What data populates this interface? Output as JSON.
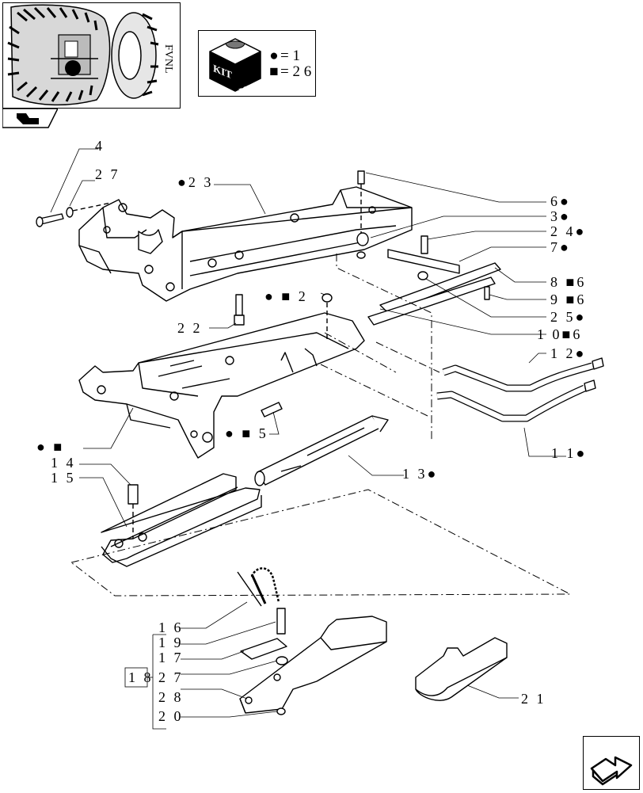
{
  "thumbnail": {
    "caption": "FVNL",
    "icon": "tractor-rear-icon"
  },
  "section_tab": {
    "icon": "bookmark-arrow-icon"
  },
  "kit_legend": {
    "badge_words": [
      "KIT",
      "KIT"
    ],
    "row1": {
      "symbol": "●",
      "value": "= 1"
    },
    "row2": {
      "symbol": "■",
      "value": "= 2 6"
    }
  },
  "callouts": {
    "c4": "4",
    "c27a": "2 7",
    "c23": "●2 3",
    "c6": "6●",
    "c3": "3●",
    "c24": "2 4●",
    "c7": "7●",
    "c8": "8 ■6",
    "c9": "9 ■6",
    "c25": "2 5●",
    "c10": "1 0■6",
    "c12": "1 2●",
    "c2": "● ■ 2",
    "c22": "2 2",
    "c11": "1 1●",
    "c1": "● ■",
    "c5": "● ■ 5",
    "c13": "1 3●",
    "c14": "1 4",
    "c15": "1 5",
    "c16": "1 6",
    "c19": "1 9",
    "c17": "1 7",
    "c18": "1 8",
    "c27b": "2 7",
    "c28": "2 8",
    "c20": "2 0",
    "c21": "2 1"
  },
  "nav_button": {
    "icon": "next-page-arrow-icon"
  }
}
